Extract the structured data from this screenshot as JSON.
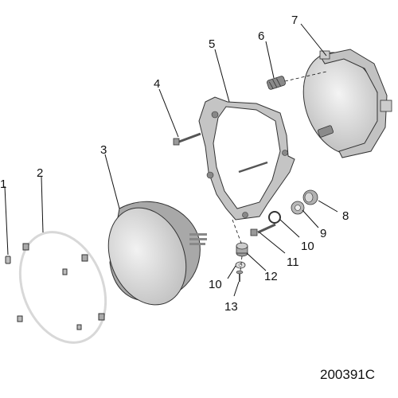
{
  "diagram": {
    "callouts": [
      {
        "id": "c1",
        "label": "1"
      },
      {
        "id": "c2",
        "label": "2"
      },
      {
        "id": "c3",
        "label": "3"
      },
      {
        "id": "c4",
        "label": "4"
      },
      {
        "id": "c5",
        "label": "5"
      },
      {
        "id": "c6",
        "label": "6"
      },
      {
        "id": "c7",
        "label": "7"
      },
      {
        "id": "c8",
        "label": "8"
      },
      {
        "id": "c9",
        "label": "9"
      },
      {
        "id": "c10a",
        "label": "10"
      },
      {
        "id": "c10b",
        "label": "10"
      },
      {
        "id": "c11",
        "label": "11"
      },
      {
        "id": "c12",
        "label": "12"
      },
      {
        "id": "c13",
        "label": "13"
      }
    ],
    "reference_code": "200391C"
  },
  "colors": {
    "part_fill": "#c8c8c8",
    "part_light": "#e6e6e6",
    "part_dark": "#9a9a9a",
    "ink": "#111111"
  }
}
